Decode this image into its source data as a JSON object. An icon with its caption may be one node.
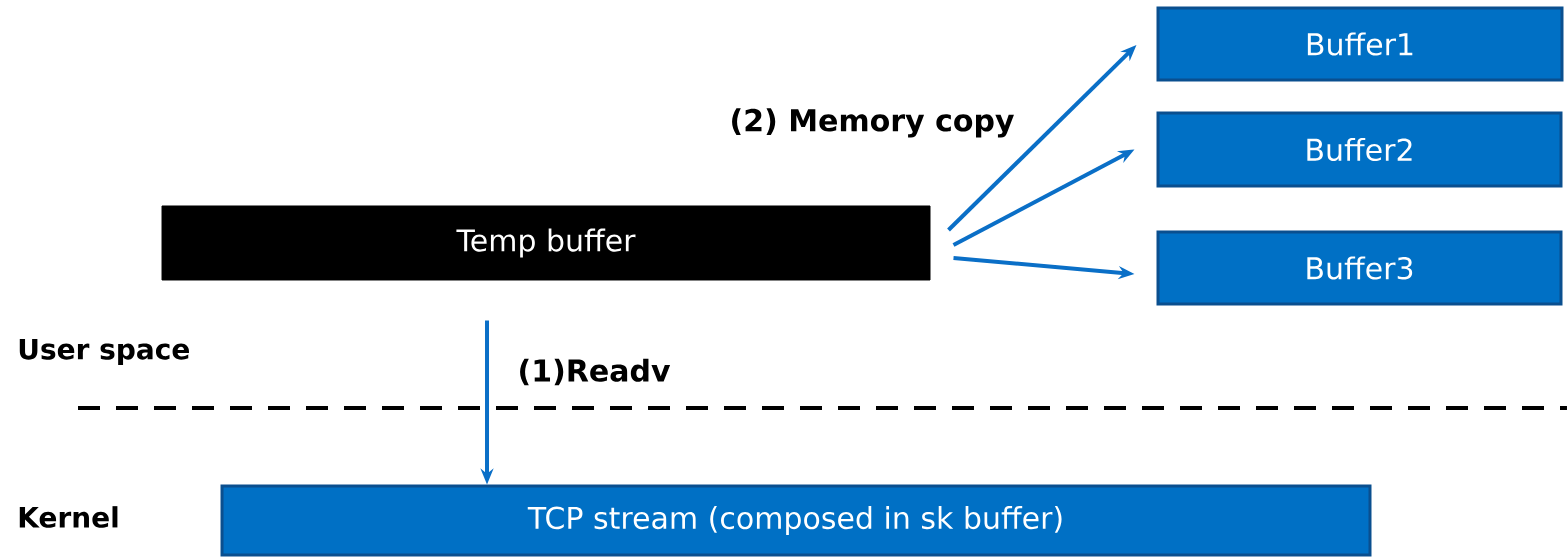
{
  "diagram": {
    "nodes": [
      {
        "text": [
          "Buffer1"
        ]
      },
      {
        "text": [
          "Buffer2"
        ]
      },
      {
        "text": [
          "Buffer3"
        ]
      },
      {
        "text": [
          "Temp buffer"
        ]
      },
      {
        "text": [
          "TCP stream (composed in sk buffer)"
        ]
      }
    ],
    "edges": [
      {
        "from": 3,
        "to": 4,
        "arrow": "to",
        "label": "(1)Readv"
      },
      {
        "from": 3,
        "to": 0,
        "arrow": "to",
        "label": "(2) Memory copy"
      },
      {
        "from": 3,
        "to": 1,
        "arrow": "to"
      },
      {
        "from": 3,
        "to": 2,
        "arrow": "to"
      }
    ],
    "labels": [
      "User space",
      "Kernel"
    ]
  }
}
